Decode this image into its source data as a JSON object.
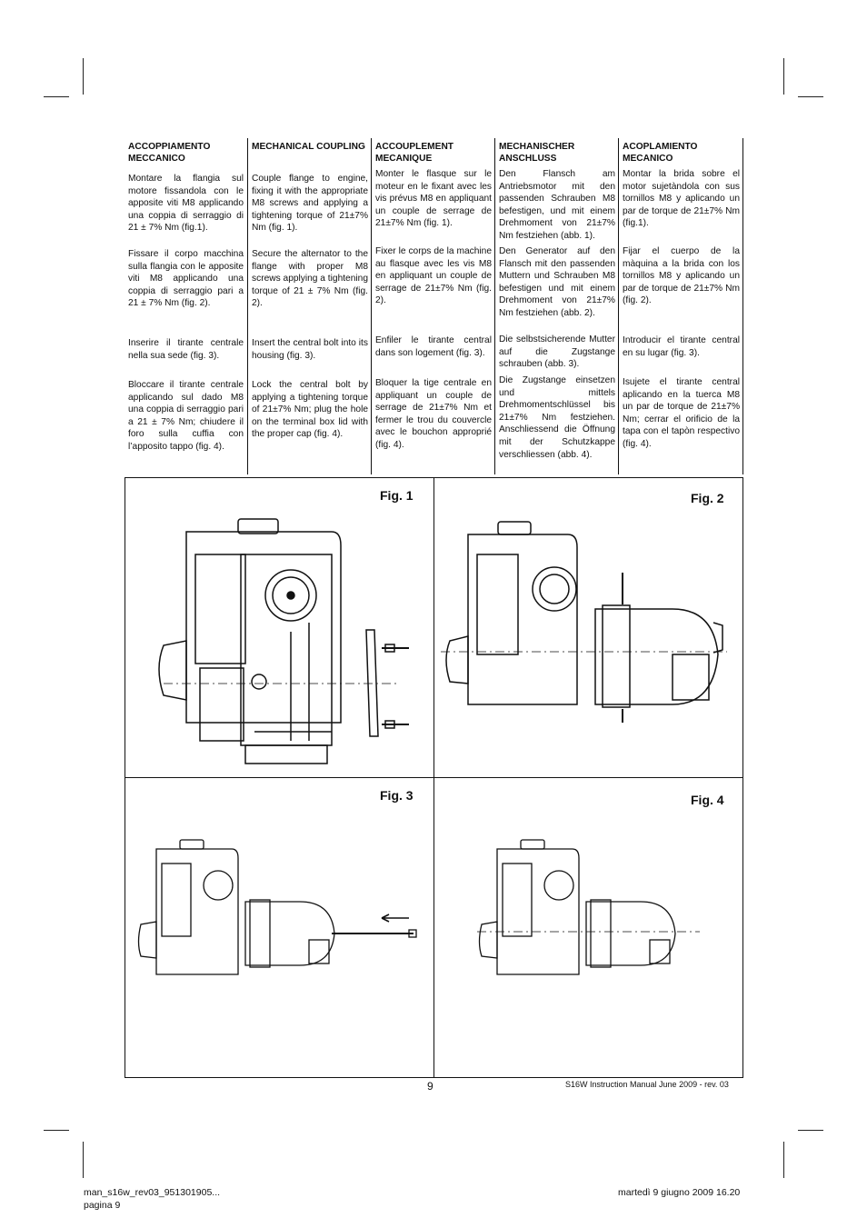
{
  "columns": [
    {
      "heading": "ACCOPPIAMENTO MECCANICO",
      "paras": [
        "Montare la flangia sul motore fissandola con le apposite viti M8 applicando una coppia di serraggio di 21 ± 7% Nm (fig.1).",
        "Fissare il corpo macchina sulla flangia con le apposite viti M8 applicando una coppia di serraggio pari a 21 ± 7% Nm (fig. 2).",
        "Inserire il tirante centrale nella sua sede (fig. 3).",
        "Bloccare il tirante centrale applicando sul dado M8 una coppia di serraggio pari a 21 ± 7% Nm; chiudere il foro sulla cuffia con l’apposito tappo (fig. 4)."
      ]
    },
    {
      "heading": "MECHANICAL COUPLING",
      "paras": [
        "Couple flange to engine, fixing it with the appropriate M8 screws and applying a tightening torque of 21±7% Nm (fig. 1).",
        "Secure the alternator to the flange with proper M8 screws applying a tightening torque of 21 ± 7% Nm (fig. 2).",
        "Insert the central bolt into its housing (fig. 3).",
        "Lock the central bolt by applying a tightening torque of 21±7% Nm; plug the hole on the terminal box lid with the proper cap (fig. 4)."
      ]
    },
    {
      "heading": "ACCOUPLEMENT MECANIQUE",
      "paras": [
        "Monter le flasque sur le moteur en le fixant avec les vis prévus M8 en appliquant un couple de serrage de 21±7% Nm (fig. 1).",
        "Fixer le corps de la machine au flasque avec les vis M8 en appliquant un couple de serrage de 21±7% Nm (fig. 2).",
        "Enfiler le tirante central dans son logement (fig. 3).",
        "Bloquer la tige centrale en appliquant un couple de serrage de 21±7% Nm et fermer le trou du couvercle avec le bouchon approprié (fig. 4)."
      ]
    },
    {
      "heading": "MECHANISCHER ANSCHLUß",
      "paras": [
        "Den Flansch am Antriebsmotor mit den passenden Schrauben M8 befestigen, und mit einem Drehmoment von 21±7% Nm festziehen (abb. 1).",
        "Den Generator auf den Flansch mit den passenden Muttern und Schrauben M8 befestigen und mit einem Drehmoment von 21±7% Nm festziehen (abb. 2).",
        "Die selbstsicherende Mutter auf die Zugstange schrauben (abb. 3).",
        "Die Zugstange einsetzen und mittels Drehmomentschlüssel bis 21±7% Nm festziehen. Anschliessend die Öffnung mit der Schutzkappe verschliessen (abb. 4)."
      ]
    },
    {
      "heading": "ACOPLAMIENTO MECANICO",
      "paras": [
        "Montar la brida sobre el motor sujetàndola con sus tornillos M8 y aplicando un par de torque de 21±7% Nm (fig.1).",
        "Fijar el cuerpo de la màquina a la brida con los tornillos M8 y aplicando un par de torque de 21±7% Nm (fig. 2).",
        "Introducir el tirante central en su lugar (fig. 3).",
        "Isujete el tirante central aplicando en la tuerca M8 un par de torque de 21±7% Nm; cerrar el orificio de la tapa con el tapòn respectivo (fig. 4)."
      ]
    }
  ],
  "figures": {
    "f1": "Fig. 1",
    "f2": "Fig. 2",
    "f3": "Fig. 3",
    "f4": "Fig. 4"
  },
  "footer": {
    "page_number": "9",
    "manual": "S16W Instruction Manual June 2009 - rev. 03"
  },
  "slug": {
    "file": "man_s16w_rev03_951301905...",
    "page": "pagina 9",
    "date": "martedì 9 giugno 2009 16.20"
  }
}
